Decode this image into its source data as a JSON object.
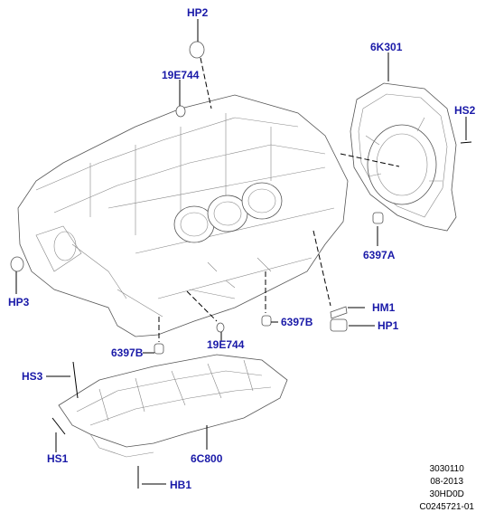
{
  "callouts": {
    "hp2": "HP2",
    "e19e744_top": "19E744",
    "k6k301": "6K301",
    "hs2": "HS2",
    "hp3": "HP3",
    "b6397a": "6397A",
    "hm1": "HM1",
    "b6397b_right": "6397B",
    "hp1": "HP1",
    "b6397b_left": "6397B",
    "e19e744_bottom": "19E744",
    "hs3": "HS3",
    "hs1": "HS1",
    "c6c800": "6C800",
    "hb1": "HB1"
  },
  "meta": {
    "line1": "3030110",
    "line2": "08-2013",
    "line3": "30HD0D",
    "line4": "C0245721-01"
  },
  "colors": {
    "callout": "#1a1aa8",
    "lines": "#000000",
    "parts": "#555555"
  }
}
